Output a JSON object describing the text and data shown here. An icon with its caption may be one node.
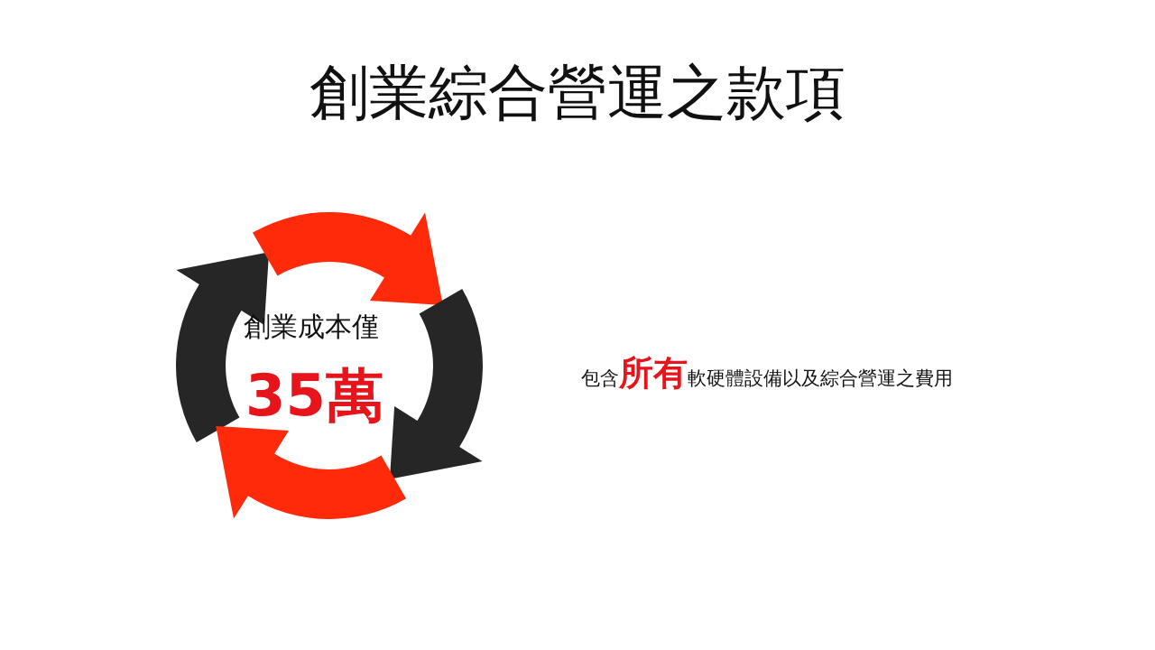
{
  "diagram": {
    "title": "創業綜合營運之款項",
    "labels": [
      "創業成本僅",
      "35萬",
      "包含**所有**軟硬體設備以及綜合營運之費用"
    ]
  }
}
